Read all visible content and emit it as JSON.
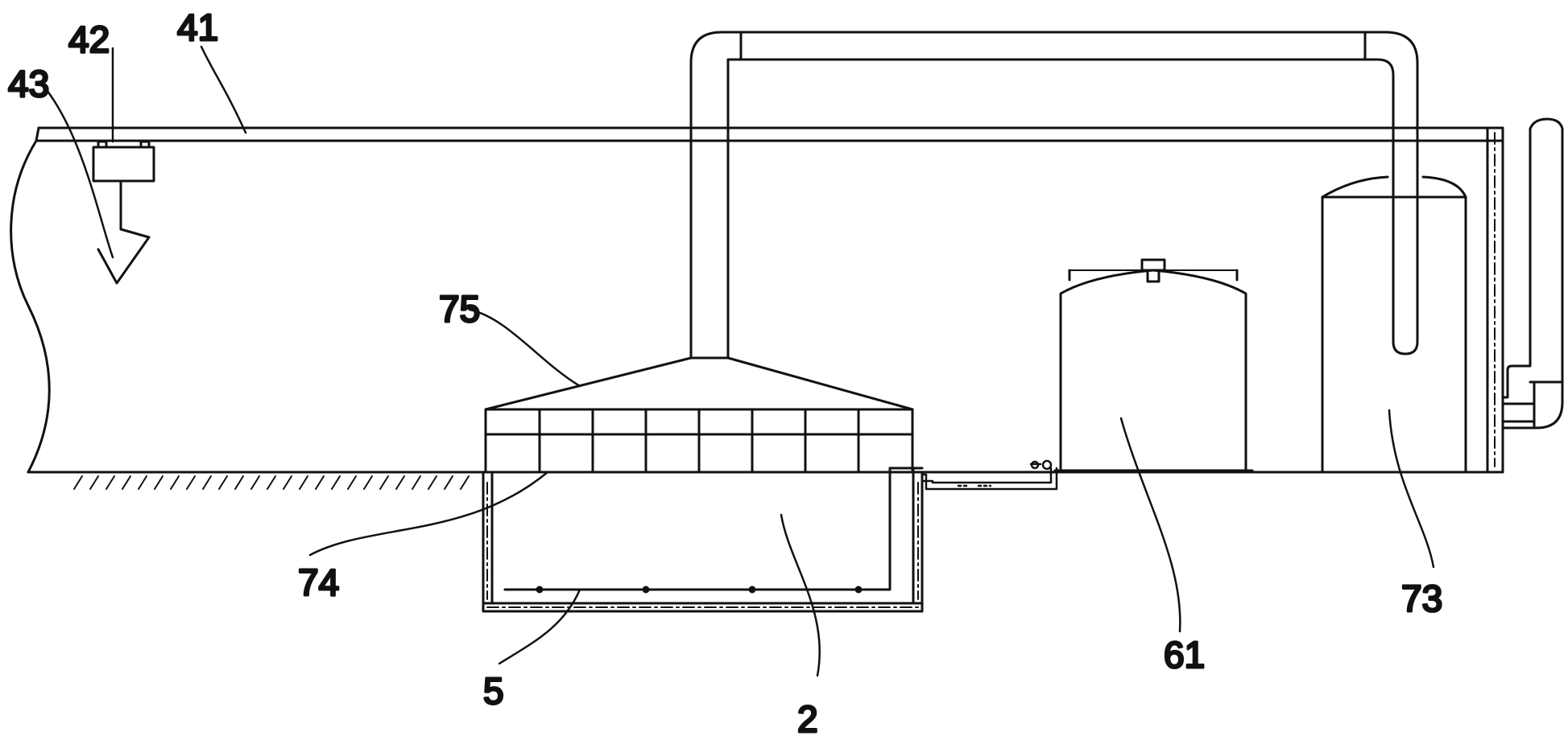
{
  "labels": {
    "l41": "41",
    "l42": "42",
    "l43": "43",
    "l75": "75",
    "l74": "74",
    "l5": "5",
    "l2": "2",
    "l61": "61",
    "l73": "73"
  },
  "colors": {
    "stroke": "#111111",
    "background": "#ffffff"
  }
}
